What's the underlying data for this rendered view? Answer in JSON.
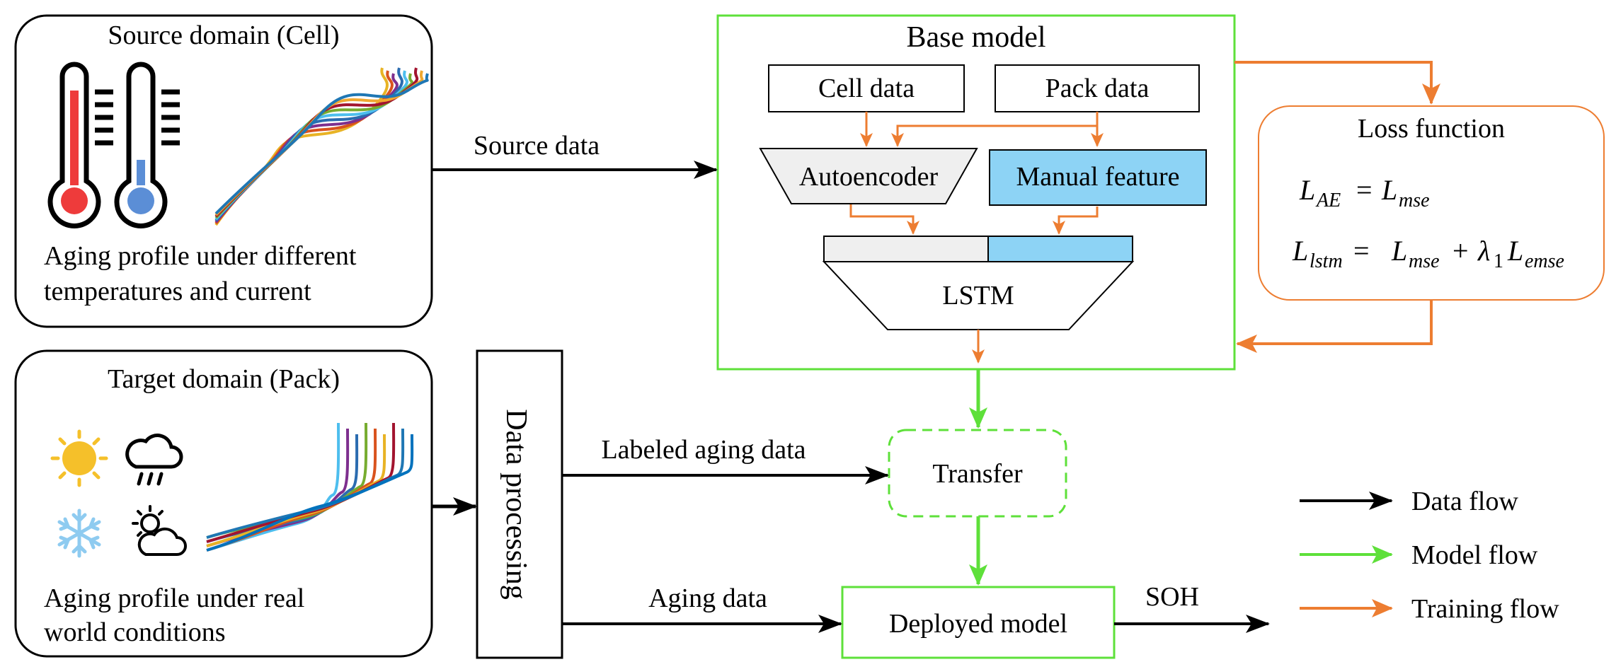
{
  "source_domain": {
    "title": "Source domain (Cell)",
    "caption_line1": "Aging profile under different",
    "caption_line2": "temperatures and current",
    "icons": [
      "thermometer-hot-icon",
      "thermometer-cold-icon"
    ],
    "curve_colors": [
      "#e8b325",
      "#d9531e",
      "#7e2f8e",
      "#2b6cb0",
      "#4dbeee",
      "#77ac30",
      "#a2142f",
      "#f0a830",
      "#1f77b4"
    ]
  },
  "target_domain": {
    "title": "Target domain (Pack)",
    "caption_line1": "Aging profile under real",
    "caption_line2": "world conditions",
    "icons": [
      "sun-icon",
      "rain-cloud-icon",
      "snowflake-icon",
      "partly-cloudy-icon"
    ],
    "curve_colors": [
      "#4dbeee",
      "#7e2f8e",
      "#2b6cb0",
      "#77ac30",
      "#d9531e",
      "#e8b325",
      "#a2142f",
      "#1f77b4",
      "#0072bd"
    ]
  },
  "data_processing": {
    "label": "Data processing"
  },
  "base_model": {
    "title": "Base model",
    "cell_data": "Cell data",
    "pack_data": "Pack data",
    "autoencoder": "Autoencoder",
    "manual_feature": "Manual feature",
    "lstm": "LSTM"
  },
  "loss_function": {
    "title": "Loss function",
    "eq1": {
      "lhs": "L",
      "lhs_sub": "AE",
      "eq": "=",
      "rhs": "L",
      "rhs_sub": "mse"
    },
    "eq2": {
      "lhs": "L",
      "lhs_sub": "lstm",
      "eq": "=",
      "t1": "L",
      "t1_sub": "mse",
      "plus": "+",
      "lambda": "λ",
      "lambda_sub": "1",
      "t2": "L",
      "t2_sub": "emse"
    }
  },
  "transfer": {
    "label": "Transfer"
  },
  "deployed_model": {
    "label": "Deployed model"
  },
  "arrows": {
    "source_data": "Source data",
    "labeled_aging_data": "Labeled aging data",
    "aging_data": "Aging data",
    "soh": "SOH"
  },
  "legend": [
    {
      "label": "Data flow",
      "color": "#000000"
    },
    {
      "label": "Model flow",
      "color": "#5ee03a"
    },
    {
      "label": "Training flow",
      "color": "#ed7d31"
    }
  ],
  "colors": {
    "green": "#5ee03a",
    "orange": "#ed7d31",
    "black": "#000000",
    "feature_blue": "#8dd3f5",
    "autoencoder_gray": "#efefef",
    "thermo_red": "#ee3b3b",
    "thermo_blue": "#5b8ed6",
    "sun_yellow": "#f5c02a",
    "snow_blue": "#8ecbf0"
  }
}
